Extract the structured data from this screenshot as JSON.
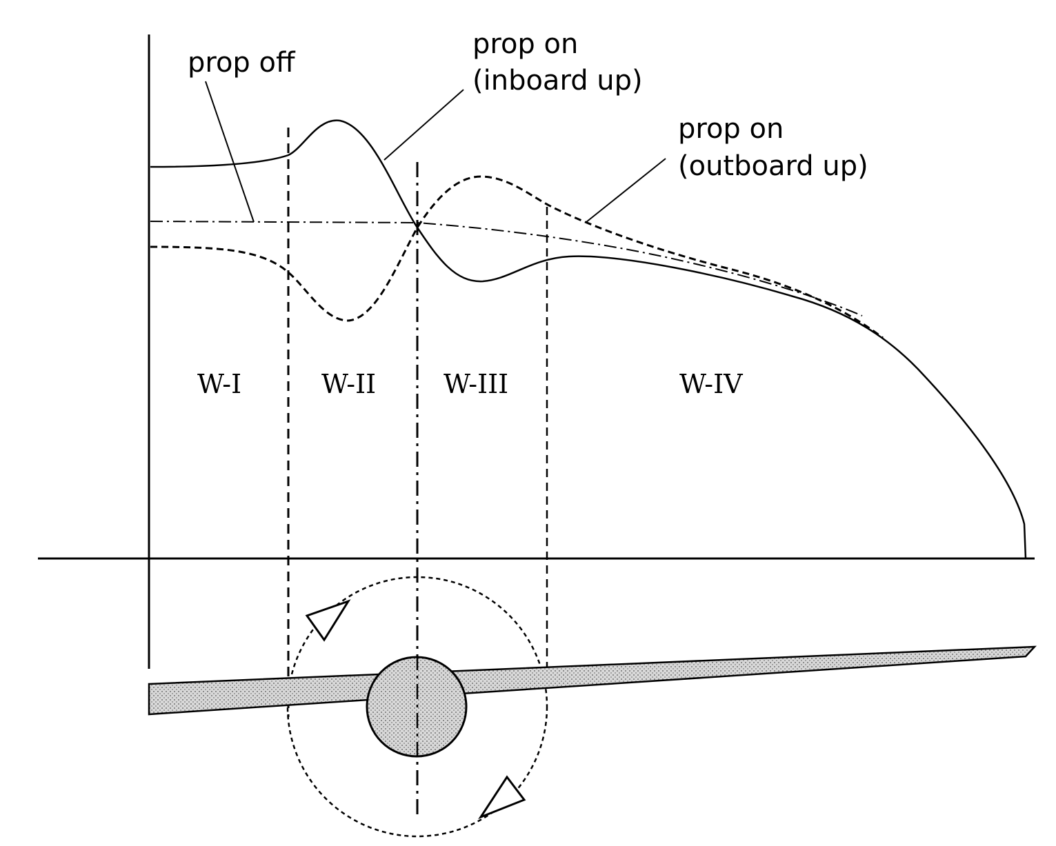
{
  "labels": {
    "prop_off": "prop off",
    "prop_on_inboard_line1": "prop on",
    "prop_on_inboard_line2": "(inboard up)",
    "prop_on_outboard_line1": "prop on",
    "prop_on_outboard_line2": "(outboard up)"
  },
  "zones": {
    "w1": "W-I",
    "w2": "W-II",
    "w3": "W-III",
    "w4": "W-IV"
  },
  "colors": {
    "ink": "#000000",
    "wing_fill": "#c8c8c8",
    "nacelle_fill": "#cfcfcf"
  }
}
